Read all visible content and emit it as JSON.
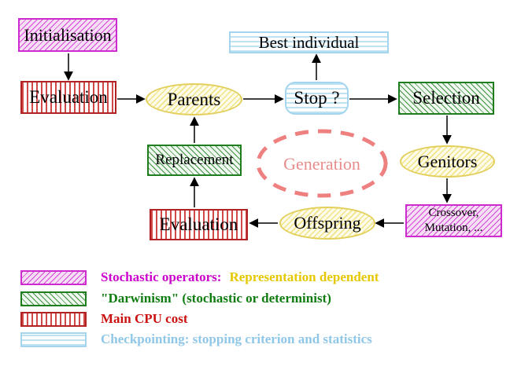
{
  "diagram": {
    "title": "evolutionary-algorithm-flowchart",
    "nodes": {
      "initialisation": "Initialisation",
      "evaluation_top": "Evaluation",
      "parents": "Parents",
      "stop": "Stop ?",
      "best_individual": "Best individual",
      "selection": "Selection",
      "genitors": "Genitors",
      "crossover_line1": "Crossover,",
      "crossover_line2": "Mutation, ...",
      "offspring": "Offspring",
      "evaluation_bottom": "Evaluation",
      "replacement": "Replacement",
      "generation": "Generation"
    },
    "arrows": [
      "initialisation-to-evaluation",
      "evaluation-to-parents",
      "parents-to-stop",
      "stop-to-best-individual",
      "stop-to-selection",
      "selection-to-genitors",
      "genitors-to-crossover-mutation",
      "crossover-mutation-to-offspring",
      "offspring-to-evaluation",
      "evaluation-to-replacement",
      "replacement-to-parents"
    ]
  },
  "legend": {
    "items": [
      {
        "swatch": "magenta-diagonal-hatch",
        "label": "Stochastic operators:",
        "label2": "Representation dependent"
      },
      {
        "swatch": "green-diagonal-hatch",
        "label": "\"Darwinism\" (stochastic or determinist)",
        "label2": ""
      },
      {
        "swatch": "red-vertical-stripes",
        "label": "Main CPU cost",
        "label2": ""
      },
      {
        "swatch": "blue-horizontal-stripes",
        "label": "Checkpointing: stopping criterion and statistics",
        "label2": ""
      }
    ]
  },
  "colors": {
    "magenta": "#cc00cc",
    "green": "#0f7c0f",
    "red": "#cc1111",
    "light_blue": "#8fc7e8",
    "yellow_border": "#e3cf5d",
    "legend_yellow_text": "#e6c800",
    "salmon_dashed": "#ee8080",
    "arrow_black": "#000000",
    "background": "#ffffff"
  }
}
